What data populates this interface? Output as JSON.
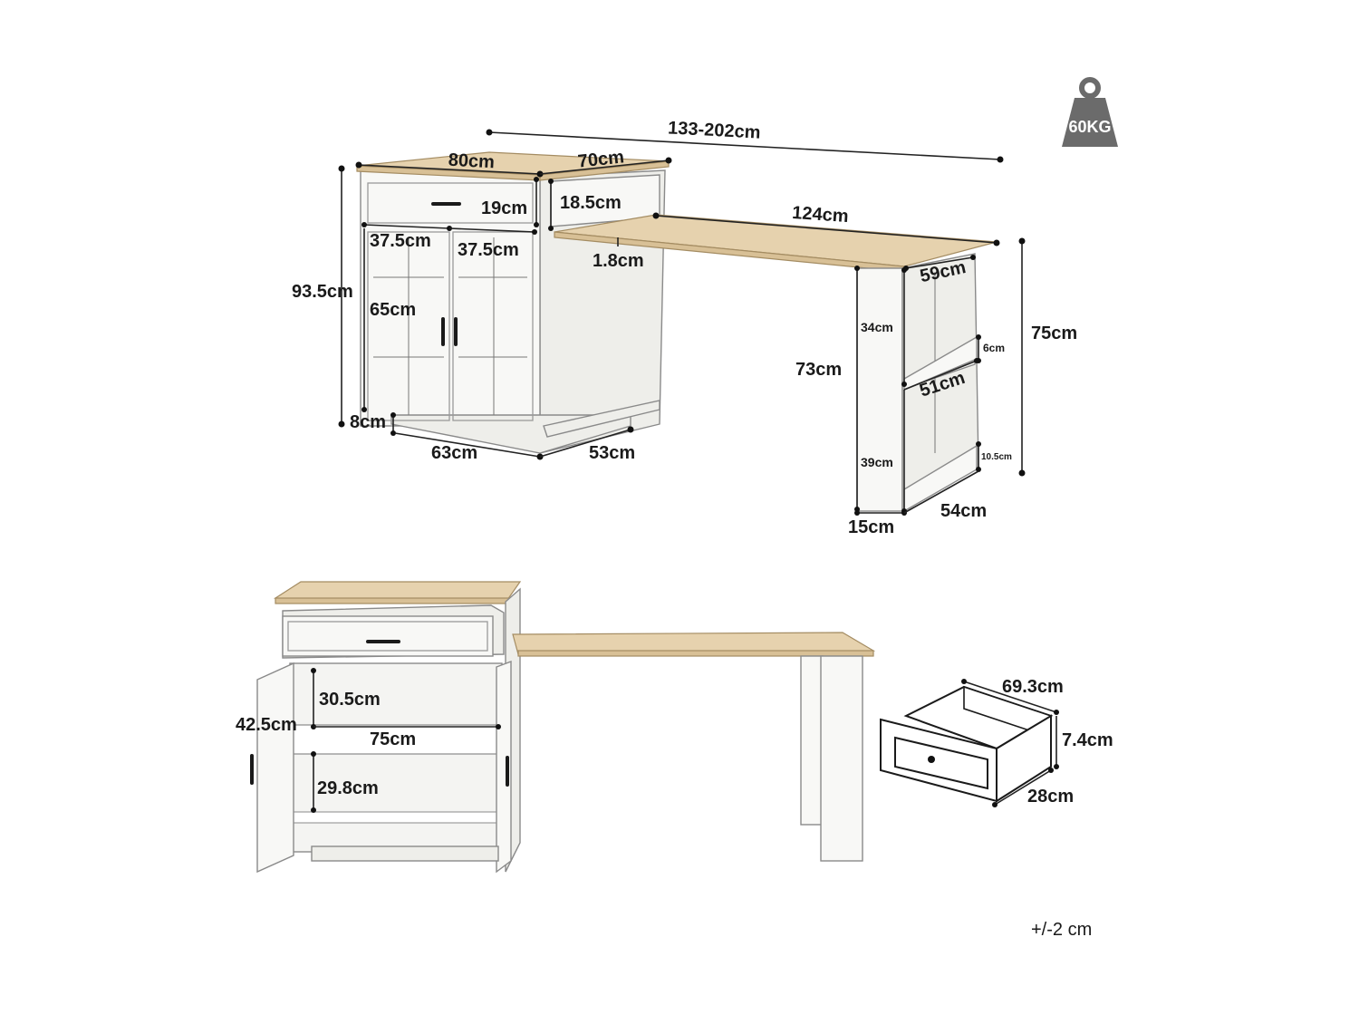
{
  "weight_badge": {
    "label": "60KG",
    "icon": "weight-icon"
  },
  "tolerance": "+/-2 cm",
  "colors": {
    "oak_top": "#e6d2ae",
    "body_white": "#f8f8f6",
    "badge_gray": "#6b6b6b",
    "dimension_line": "#222222"
  },
  "assembled_view": {
    "overall_length": "133-202cm",
    "cabinet_width": "80cm",
    "cabinet_depth_top": "70cm",
    "drawer_height": "19cm",
    "side_drawer_height": "18.5cm",
    "door_width_left": "37.5cm",
    "door_width_right": "37.5cm",
    "door_height": "65cm",
    "cabinet_height": "93.5cm",
    "plinth_height": "8cm",
    "base_width": "63cm",
    "base_depth": "53cm",
    "desk_length": "124cm",
    "desk_thickness": "1.8cm",
    "desk_depth": "59cm",
    "leg_height": "73cm",
    "desk_height": "75cm",
    "upper_shelf_height": "34cm",
    "shelf_lip": "6cm",
    "shelf_depth": "51cm",
    "lower_shelf_height": "39cm",
    "bottom_lip": "10.5cm",
    "leg_width": "15cm",
    "leg_depth": "54cm"
  },
  "open_view": {
    "upper_compartment": "30.5cm",
    "interior_height": "42.5cm",
    "interior_width": "75cm",
    "lower_compartment": "29.8cm"
  },
  "drawer_detail": {
    "width": "69.3cm",
    "height": "7.4cm",
    "depth": "28cm"
  }
}
